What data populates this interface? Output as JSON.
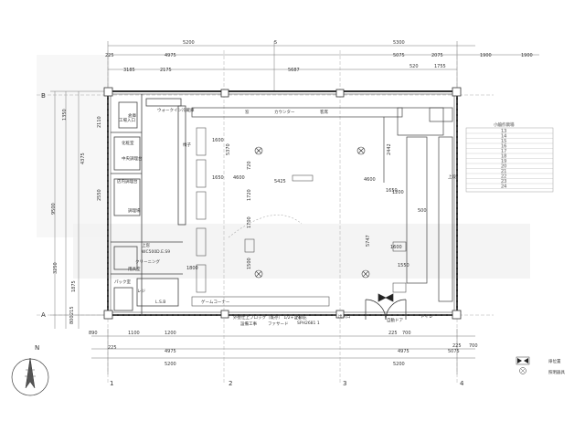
{
  "dims_top_row1": [
    "5200",
    "5",
    "5300"
  ],
  "dims_top_row2": [
    "225",
    "4975",
    "5075",
    "2075",
    "1900",
    "1900"
  ],
  "dims_top_row3": [
    "3185",
    "2175",
    "5687",
    "520",
    "1755"
  ],
  "dims_bottom_row1": [
    "890",
    "1100",
    "1200",
    "225",
    "700",
    "225",
    "700"
  ],
  "dims_bottom_row2": [
    "225",
    "4975",
    "4975",
    "5075"
  ],
  "dims_bottom_row3": [
    "5200",
    "5200"
  ],
  "dims_left": [
    "1350",
    "4375",
    "9500",
    "3250",
    "1875",
    "215",
    "800",
    "2110",
    "2550"
  ],
  "dims_interior": [
    "1600",
    "1650",
    "4600",
    "5425",
    "4600",
    "1650",
    "5370",
    "720",
    "1700",
    "1720",
    "1800",
    "1500",
    "2442",
    "1200",
    "5747",
    "1600",
    "1550",
    "500"
  ],
  "axis_rows": [
    "B",
    "A"
  ],
  "axis_cols": [
    "1",
    "2",
    "3",
    "4"
  ],
  "north": "N",
  "room_labels": [
    "工場入口",
    "倉庫",
    "ウォークイン冷蔵庫",
    "化粧室",
    "中央調理台",
    "店内調理台",
    "調理場",
    "上窓",
    "WC500D.E.S9",
    "クリーニング",
    "用具室",
    "L.S.B",
    "ゲームコーナー",
    "椅子",
    "窓",
    "カウンター",
    "レジ",
    "客席",
    "出入口",
    "パック室",
    "自動ドア",
    "トイレ",
    "上段"
  ],
  "bottom_notes": [
    "外壁仕上ブロック（既存） 1/2+1/4",
    "上部庇",
    "設備工事",
    "ファサード",
    "SPH2681 1"
  ],
  "right_table_header": "小編作業場",
  "right_table_rows": [
    "13",
    "14",
    "15",
    "16",
    "17",
    "18",
    "19",
    "20",
    "21",
    "22",
    "23",
    "24"
  ],
  "legend": [
    {
      "symbol": "door-pair-icon",
      "label": "扉位置"
    },
    {
      "symbol": "fixture-circle-icon",
      "label": "照明器具"
    }
  ]
}
